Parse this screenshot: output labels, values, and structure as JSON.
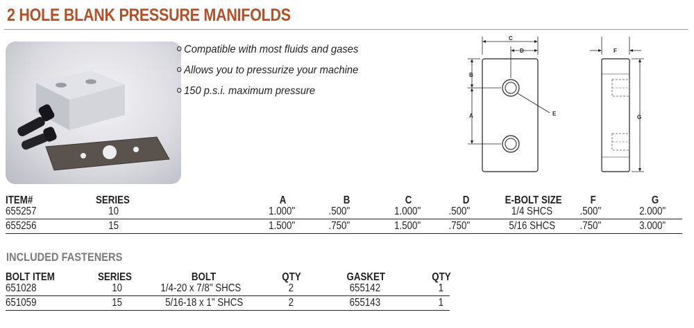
{
  "title": "2 HOLE BLANK PRESSURE MANIFOLDS",
  "features": [
    "Compatible with most fluids and gases",
    "Allows you to pressurize your machine",
    "150 p.s.i. maximum pressure"
  ],
  "drawing_labels": {
    "c": "C",
    "d": "D",
    "b": "B",
    "a": "A",
    "e": "E",
    "f": "F",
    "g": "G"
  },
  "manifolds": {
    "headers": [
      "ITEM#",
      "SERIES",
      "A",
      "B",
      "C",
      "D",
      "E-BOLT SIZE",
      "F",
      "G"
    ],
    "rows": [
      [
        "655257",
        "10",
        "1.000\"",
        ".500\"",
        "1.000\"",
        ".500\"",
        "1/4 SHCS",
        ".500\"",
        "2.000\""
      ],
      [
        "655256",
        "15",
        "1.500\"",
        ".750\"",
        "1.500\"",
        ".750\"",
        "5/16 SHCS",
        ".750\"",
        "3.000\""
      ]
    ]
  },
  "fasteners": {
    "title": "INCLUDED FASTENERS",
    "headers": [
      "BOLT ITEM",
      "SERIES",
      "BOLT",
      "QTY",
      "GASKET",
      "QTY"
    ],
    "rows": [
      [
        "651028",
        "10",
        "1/4-20 x 7/8\" SHCS",
        "2",
        "655142",
        "1"
      ],
      [
        "651059",
        "15",
        "5/16-18 x 1\" SHCS",
        "2",
        "655143",
        "1"
      ]
    ]
  },
  "colors": {
    "title": "#b84e26",
    "section_title": "#7b7b7e",
    "text": "#231f20"
  }
}
